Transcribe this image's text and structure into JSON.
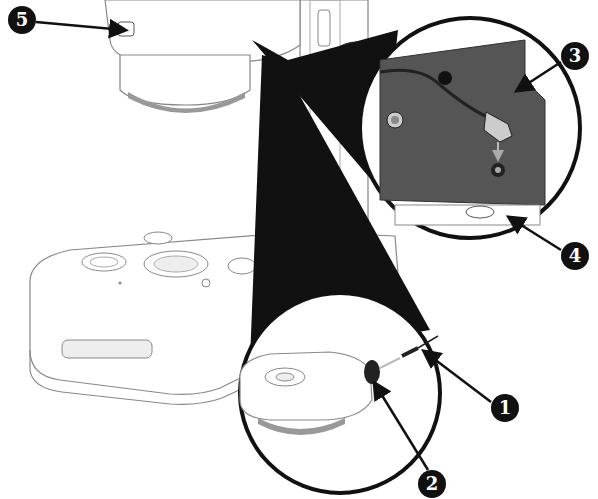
{
  "diagram": {
    "labels": [
      "5",
      "3",
      "4",
      "1",
      "2"
    ]
  }
}
